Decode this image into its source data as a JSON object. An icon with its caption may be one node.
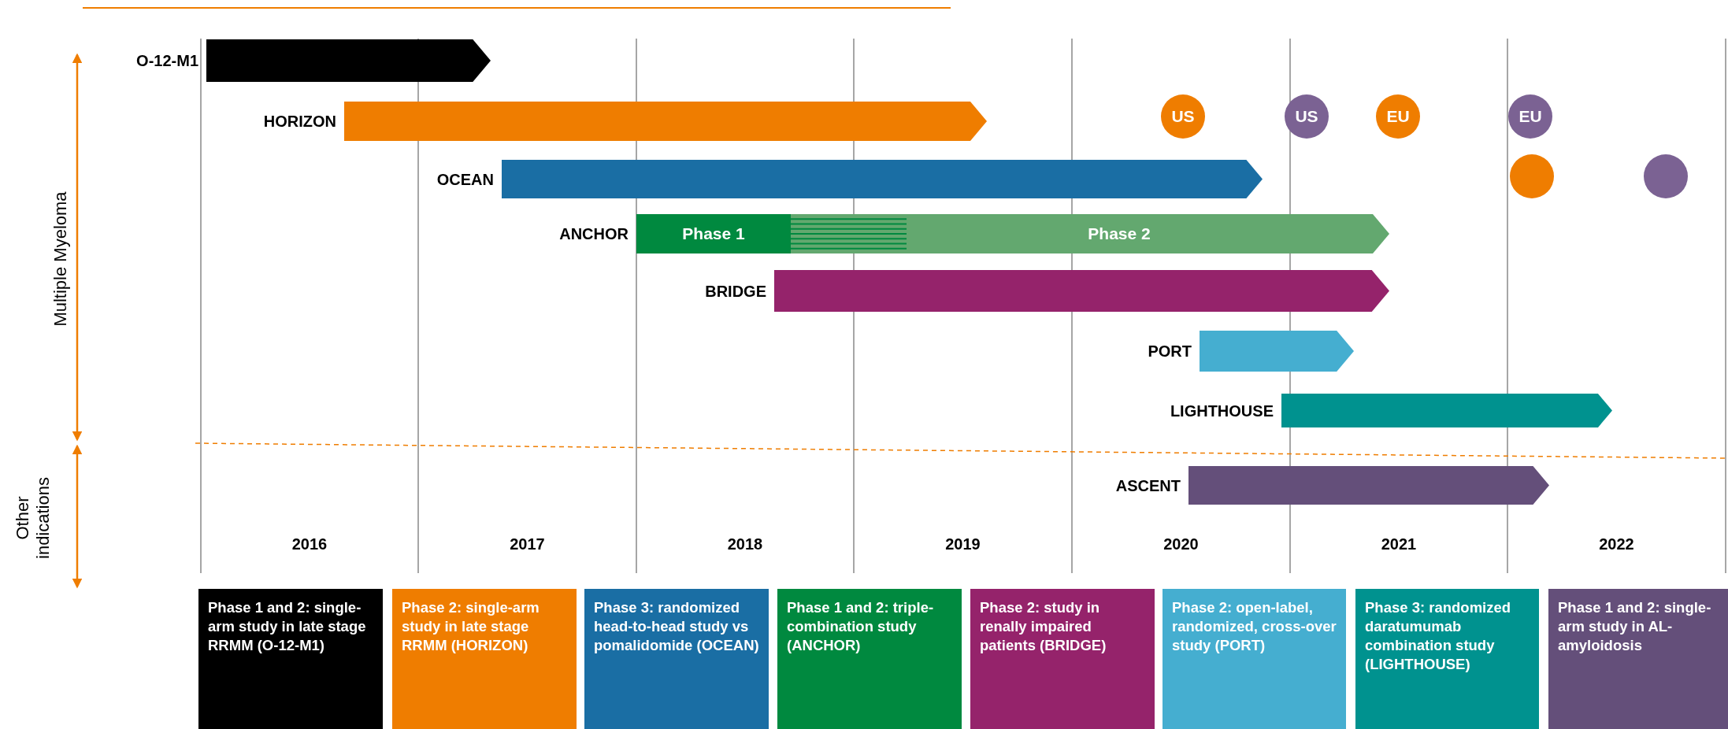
{
  "diagram": {
    "nodes": [
      {
        "text": [
          "O-12-M1"
        ]
      },
      {
        "text": [
          "HORIZON"
        ]
      },
      {
        "text": [
          "OCEAN"
        ]
      },
      {
        "text": [
          "ANCHOR"
        ]
      },
      {
        "text": [
          "Phase 1"
        ],
        "in": 3
      },
      {
        "text": [
          "Phase 2"
        ],
        "in": 3
      },
      {
        "text": [
          "BRIDGE"
        ]
      },
      {
        "text": [
          "PORT"
        ]
      },
      {
        "text": [
          "LIGHTHOUSE"
        ]
      },
      {
        "text": [
          "ASCENT"
        ]
      },
      {
        "text": [
          "US"
        ]
      },
      {
        "text": [
          "US"
        ]
      },
      {
        "text": [
          "EU"
        ]
      },
      {
        "text": [
          "EU"
        ]
      },
      {
        "text": [],
        "shape": "circle"
      },
      {
        "text": [],
        "shape": "circle"
      },
      {
        "text": [
          "Phase 1 and 2: single-arm study in late stage RRMM (O-12-M1)"
        ]
      },
      {
        "text": [
          "Phase 2: single-arm study in late stage RRMM (HORIZON)"
        ]
      },
      {
        "text": [
          "Phase 3: randomized head-to-head study vs pomalidomide (OCEAN)"
        ]
      },
      {
        "text": [
          "Phase 1 and 2: triple-combination study (ANCHOR)"
        ]
      },
      {
        "text": [
          "Phase 2: study in renally impaired patients (BRIDGE)"
        ]
      },
      {
        "text": [
          "Phase 2: open-label, randomized, cross-over study (PORT)"
        ]
      },
      {
        "text": [
          "Phase 3: randomized daratumumab combination study (LIGHTHOUSE)"
        ]
      },
      {
        "text": [
          "Phase 1 and 2: single-arm study in AL-amyloidosis"
        ]
      }
    ],
    "labels": [
      "Multiple Myeloma",
      "Other indications",
      "2016",
      "2017",
      "2018",
      "2019",
      "2020",
      "2021",
      "2022"
    ]
  }
}
